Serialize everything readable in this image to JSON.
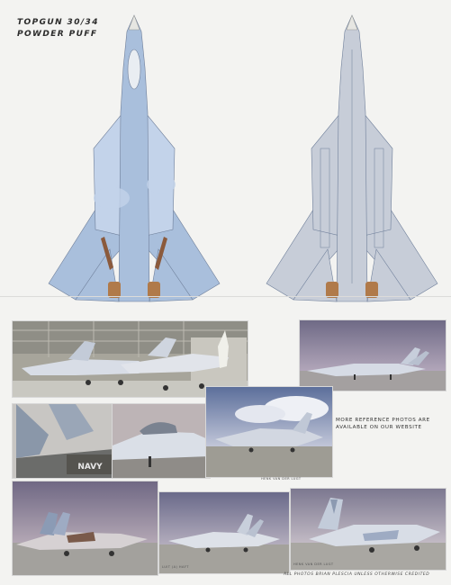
{
  "header": {
    "title_line1": "TOPGUN 30/34",
    "title_line2": "POWDER PUFF"
  },
  "colors": {
    "camo_blue": "#a9bfdc",
    "camo_blue_light": "#c3d3ea",
    "camo_grey": "#c7cdd8",
    "panel_line": "#6f7f9a",
    "brown_accent": "#8b5a3c",
    "nozzle": "#b07a4a",
    "page_bg": "#f3f3f1"
  },
  "views": [
    {
      "name": "top-view",
      "icon": "f14-top-planform-icon"
    },
    {
      "name": "bottom-view",
      "icon": "f14-underside-planform-icon"
    }
  ],
  "photos": {
    "hangar": {
      "icon": "hangar-jets-photo"
    },
    "flightline": {
      "icon": "flightline-jet-photo"
    },
    "navy_tail": {
      "icon": "navy-tail-photo",
      "tail_text": "NAVY"
    },
    "cockpit": {
      "icon": "cockpit-closeup-photo"
    },
    "taxi": {
      "icon": "taxiing-jet-photo",
      "credit": "HENK VAN DER LUGT"
    },
    "ramp_left": {
      "icon": "ramp-jets-photo"
    },
    "ramp_mid": {
      "icon": "ramp-jet-photo",
      "credit": "LUIT (A) HAFT"
    },
    "ramp_right": {
      "icon": "splinter-camo-jet-photo",
      "credit": "HENK VAN DER LUGT"
    }
  },
  "notes": {
    "website": "MORE REFERENCE PHOTOS ARE AVAILABLE ON OUR WEBSITE",
    "footer": "ALL PHOTOS BRIAN PLESCIA UNLESS OTHERWISE CREDITED"
  }
}
